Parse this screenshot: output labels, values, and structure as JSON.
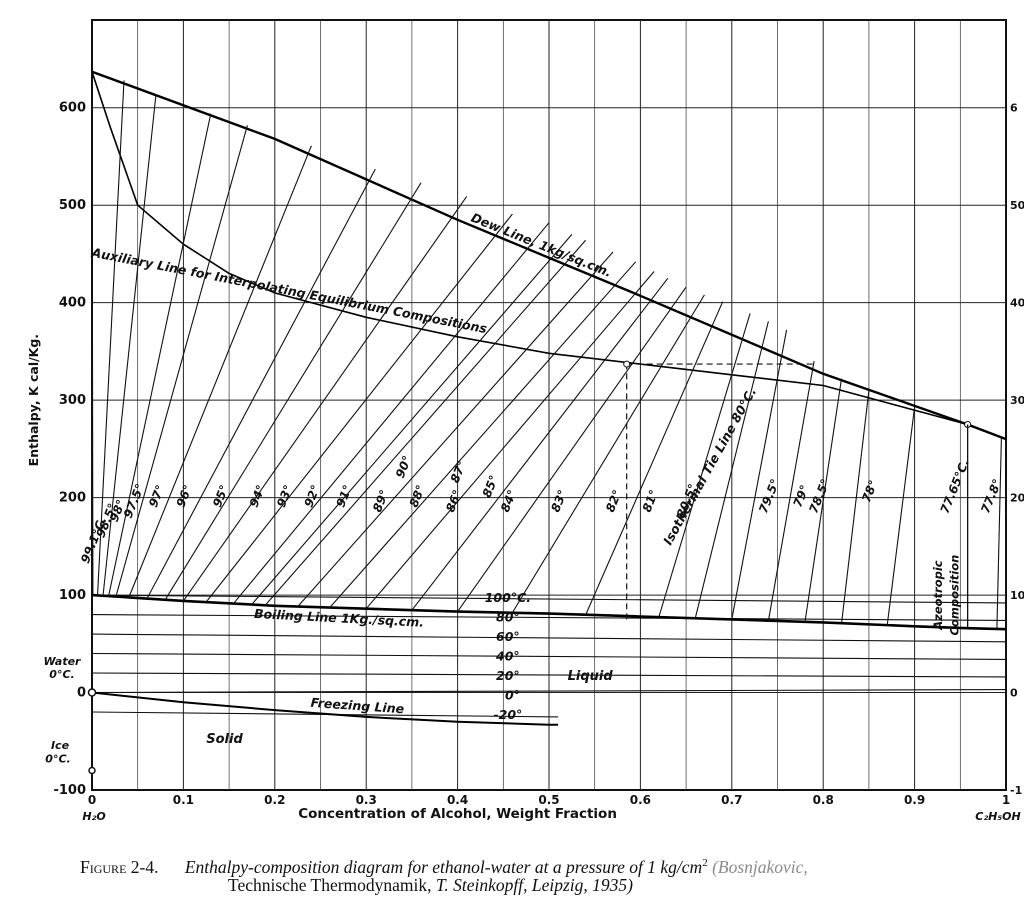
{
  "chart_data": {
    "type": "line",
    "xlabel": "Concentration of Alcohol, Weight Fraction",
    "ylabel": "Enthalpy, K cal/Kg.",
    "xlim": [
      0,
      1
    ],
    "ylim": [
      -100,
      690
    ],
    "x_ticks": [
      "0",
      "0.1",
      "0.2",
      "0.3",
      "0.4",
      "0.5",
      "0.6",
      "0.7",
      "0.8",
      "0.9",
      "1"
    ],
    "y_ticks": [
      "-100",
      "0",
      "100",
      "200",
      "300",
      "400",
      "500",
      "600"
    ],
    "y_ticks_right": [
      "-1",
      "0",
      "10",
      "20",
      "30",
      "40",
      "50",
      "6"
    ],
    "x_end_labels": {
      "left": "H₂O",
      "right": "C₂H₅OH"
    },
    "grid": true,
    "curves": {
      "dew_line": {
        "label": "Dew Line, 1kg/sq.cm.",
        "x": [
          0,
          0.2,
          0.4,
          0.6,
          0.8,
          0.958,
          1
        ],
        "y": [
          637,
          568,
          485,
          407,
          327,
          275,
          260
        ]
      },
      "boiling_line": {
        "label": "Boiling Line 1Kg./sq.cm.",
        "x": [
          0,
          0.1,
          0.2,
          0.3,
          0.4,
          0.5,
          0.6,
          0.7,
          0.8,
          0.9,
          0.958,
          1
        ],
        "y": [
          100,
          94,
          89,
          86,
          83,
          81,
          78,
          75,
          72,
          68,
          66,
          65
        ]
      },
      "auxiliary_line": {
        "label": "Auxiliary Line for Interpolating Equilibrium Compositions",
        "x": [
          0,
          0.02,
          0.05,
          0.1,
          0.15,
          0.2,
          0.3,
          0.4,
          0.5,
          0.6,
          0.7,
          0.8,
          0.958
        ],
        "y": [
          637,
          580,
          500,
          460,
          430,
          410,
          385,
          365,
          348,
          337,
          326,
          315,
          275
        ]
      },
      "freezing_line": {
        "label": "Freezing Line",
        "x": [
          0,
          0.1,
          0.2,
          0.3,
          0.4,
          0.5,
          0.51
        ],
        "y": [
          0,
          -10,
          -18,
          -25,
          -30,
          -33,
          -33
        ]
      }
    },
    "tie_lines": [
      {
        "label": "99.1°C.",
        "x": [
          0.001,
          0.0
        ],
        "y": [
          100,
          637
        ]
      },
      {
        "label": "98.5°",
        "x": [
          0.006,
          0.035
        ],
        "y": [
          99,
          628
        ]
      },
      {
        "label": "98°",
        "x": [
          0.012,
          0.07
        ],
        "y": [
          99,
          614
        ]
      },
      {
        "label": "97.5°",
        "x": [
          0.018,
          0.13
        ],
        "y": [
          98.5,
          594
        ]
      },
      {
        "label": "97°",
        "x": [
          0.026,
          0.17
        ],
        "y": [
          98,
          582
        ]
      },
      {
        "label": "96°",
        "x": [
          0.04,
          0.24
        ],
        "y": [
          97,
          561
        ]
      },
      {
        "label": "95°",
        "x": [
          0.06,
          0.31
        ],
        "y": [
          96,
          537
        ]
      },
      {
        "label": "94°",
        "x": [
          0.08,
          0.36
        ],
        "y": [
          95,
          523
        ]
      },
      {
        "label": "93°",
        "x": [
          0.1,
          0.41
        ],
        "y": [
          94,
          509
        ]
      },
      {
        "label": "92°",
        "x": [
          0.125,
          0.46
        ],
        "y": [
          93,
          491
        ]
      },
      {
        "label": "91°",
        "x": [
          0.155,
          0.5
        ],
        "y": [
          91.5,
          482
        ]
      },
      {
        "label": "89°",
        "x": [
          0.19,
          0.54
        ],
        "y": [
          90,
          464
        ]
      },
      {
        "label": "90°",
        "x": [
          0.175,
          0.525
        ],
        "y": [
          90.5,
          470
        ]
      },
      {
        "label": "88°",
        "x": [
          0.225,
          0.57
        ],
        "y": [
          88,
          452
        ]
      },
      {
        "label": "87°",
        "x": [
          0.26,
          0.595
        ],
        "y": [
          87,
          442
        ]
      },
      {
        "label": "86°",
        "x": [
          0.3,
          0.615
        ],
        "y": [
          86,
          432
        ]
      },
      {
        "label": "85°",
        "x": [
          0.35,
          0.63
        ],
        "y": [
          84.5,
          425
        ]
      },
      {
        "label": "84°",
        "x": [
          0.4,
          0.65
        ],
        "y": [
          83,
          416
        ]
      },
      {
        "label": "83°",
        "x": [
          0.46,
          0.67
        ],
        "y": [
          82,
          408
        ]
      },
      {
        "label": "82°",
        "x": [
          0.54,
          0.69
        ],
        "y": [
          79.5,
          401
        ]
      },
      {
        "label": "81°",
        "x": [
          0.62,
          0.72
        ],
        "y": [
          77,
          389
        ]
      },
      {
        "label": "80.5°",
        "x": [
          0.66,
          0.74
        ],
        "y": [
          76,
          381
        ]
      },
      {
        "label": "80°C.",
        "x": [
          0.7,
          0.76
        ],
        "y": [
          75,
          372
        ]
      },
      {
        "label": "79.5°",
        "x": [
          0.74,
          0.79
        ],
        "y": [
          73.5,
          340
        ]
      },
      {
        "label": "79°",
        "x": [
          0.78,
          0.82
        ],
        "y": [
          72,
          322
        ]
      },
      {
        "label": "78.5°",
        "x": [
          0.82,
          0.85
        ],
        "y": [
          70.5,
          310
        ]
      },
      {
        "label": "78°",
        "x": [
          0.87,
          0.9
        ],
        "y": [
          69,
          293
        ]
      },
      {
        "label": "77.65°C.",
        "x": [
          0.958,
          0.958
        ],
        "y": [
          66,
          275
        ]
      },
      {
        "label": "77.8°",
        "x": [
          0.99,
          0.995
        ],
        "y": [
          65,
          262
        ]
      }
    ],
    "isotherms_liquid": [
      {
        "label": "100°C.",
        "x": [
          0,
          1
        ],
        "y": [
          100,
          92
        ]
      },
      {
        "label": "80°",
        "x": [
          0,
          1
        ],
        "y": [
          80,
          74
        ]
      },
      {
        "label": "60°",
        "x": [
          0,
          1
        ],
        "y": [
          60,
          52
        ]
      },
      {
        "label": "40°",
        "x": [
          0,
          1
        ],
        "y": [
          40,
          34
        ]
      },
      {
        "label": "20°",
        "x": [
          0,
          1
        ],
        "y": [
          20,
          16
        ]
      },
      {
        "label": "0°",
        "x": [
          0,
          1
        ],
        "y": [
          0,
          3
        ]
      },
      {
        "label": "-20°",
        "x": [
          0,
          0.51
        ],
        "y": [
          -20,
          -25
        ]
      }
    ],
    "annotations": [
      {
        "text": "Dew Line, 1kg/sq.cm."
      },
      {
        "text": "Auxiliary Line for Interpolating Equilibrium Compositions"
      },
      {
        "text": "Boiling Line 1Kg./sq.cm."
      },
      {
        "text": "Freezing Line"
      },
      {
        "text": "Isothermal Tie Line 80°C."
      },
      {
        "text": "Azeotropic Composition"
      },
      {
        "text": "Liquid"
      },
      {
        "text": "Solid"
      },
      {
        "text": "Water 0°C."
      },
      {
        "text": "Ice 0°C."
      }
    ]
  },
  "caption": {
    "figure_label": "Figure 2-4.",
    "text_line1": "Enthalpy-composition diagram for ethanol-water at a pressure of 1 kg/cm",
    "superscript": "2",
    "author": "(Bosnjakovic,",
    "text_line2_plain": "Technische Thermodynamik, ",
    "text_line2_italic": "T. Steinkopff, Leipzig, 1935)"
  }
}
